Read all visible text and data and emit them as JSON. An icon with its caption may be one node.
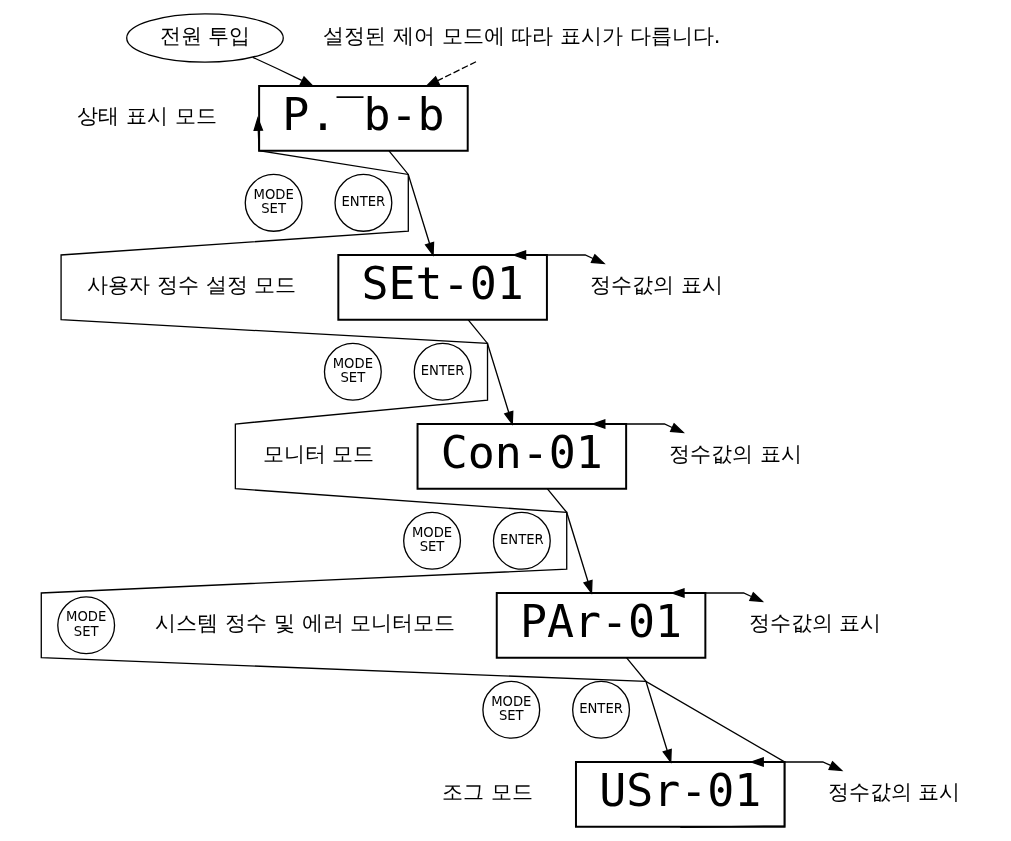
{
  "diagram": {
    "nodes": [
      {
        "text": [
          "전원 투입"
        ]
      },
      {
        "text": [
          "설정된 제어 모드에 따라 표시가 다릅니다."
        ]
      },
      {
        "text": [
          "P.‾b-b"
        ],
        "beside": [
          "상태 표시 모드"
        ]
      },
      {
        "text": [
          "MODE",
          "SET"
        ]
      },
      {
        "text": [
          "SEt-01"
        ],
        "beside": [
          "사용자 정수 설정 모드"
        ]
      },
      {
        "text": [
          "ENTER"
        ]
      },
      {
        "text": [
          "정수값의 표시"
        ]
      },
      {
        "text": [
          "MODE",
          "SET"
        ]
      },
      {
        "text": [
          "Con-01"
        ],
        "beside": [
          "모니터 모드"
        ]
      },
      {
        "text": [
          "ENTER"
        ]
      },
      {
        "text": [
          "정수값의 표시"
        ]
      },
      {
        "text": [
          "MODE",
          "SET"
        ]
      },
      {
        "text": [
          "PAr-01"
        ],
        "beside": [
          "시스템 정수 및 에러 모니터모드"
        ]
      },
      {
        "text": [
          "ENTER"
        ]
      },
      {
        "text": [
          "정수값의 표시"
        ]
      },
      {
        "text": [
          "MODE",
          "SET"
        ]
      },
      {
        "text": [
          "USr-01"
        ],
        "beside": [
          "조그 모드"
        ]
      },
      {
        "text": [
          "ENTER"
        ]
      },
      {
        "text": [
          "정수값의 표시"
        ]
      },
      {
        "text": [
          "MODE",
          "SET"
        ]
      }
    ],
    "edges": [
      {
        "from": 0,
        "to": 2,
        "arrow": "to"
      },
      {
        "from": 1,
        "to": 2,
        "arrow": "to",
        "style": "dashed"
      },
      {
        "from": 2,
        "to": 4,
        "arrow": "to"
      },
      {
        "from": 4,
        "to": 8,
        "arrow": "to"
      },
      {
        "from": 8,
        "to": 12,
        "arrow": "to"
      },
      {
        "from": 12,
        "to": 16,
        "arrow": "to"
      },
      {
        "from": 16,
        "to": 2,
        "arrow": "to"
      },
      {
        "from": 4,
        "to": 6,
        "arrow": "both"
      },
      {
        "from": 8,
        "to": 10,
        "arrow": "both"
      },
      {
        "from": 12,
        "to": 14,
        "arrow": "both"
      },
      {
        "from": 16,
        "to": 18,
        "arrow": "both"
      }
    ]
  }
}
